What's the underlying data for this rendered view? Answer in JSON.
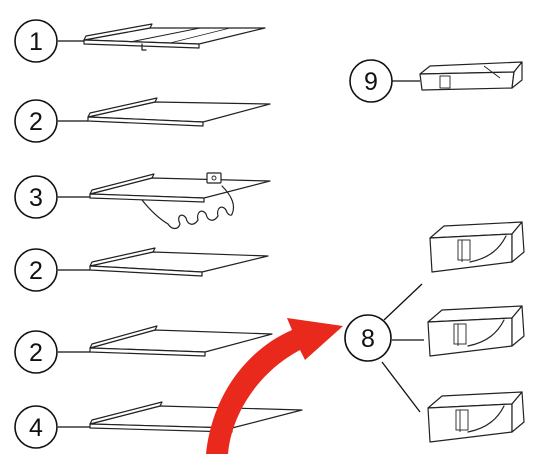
{
  "colors": {
    "arrow": "#e8291c",
    "line": "#111111",
    "background": "#ffffff"
  },
  "callouts": {
    "shelf1": "1",
    "shelf2a": "2",
    "shelf3": "3",
    "shelf2b": "2",
    "shelf2c": "2",
    "shelf4": "4",
    "bins8": "8",
    "bin9": "9"
  },
  "icons": {
    "arrow": "curved-arrow-icon"
  }
}
